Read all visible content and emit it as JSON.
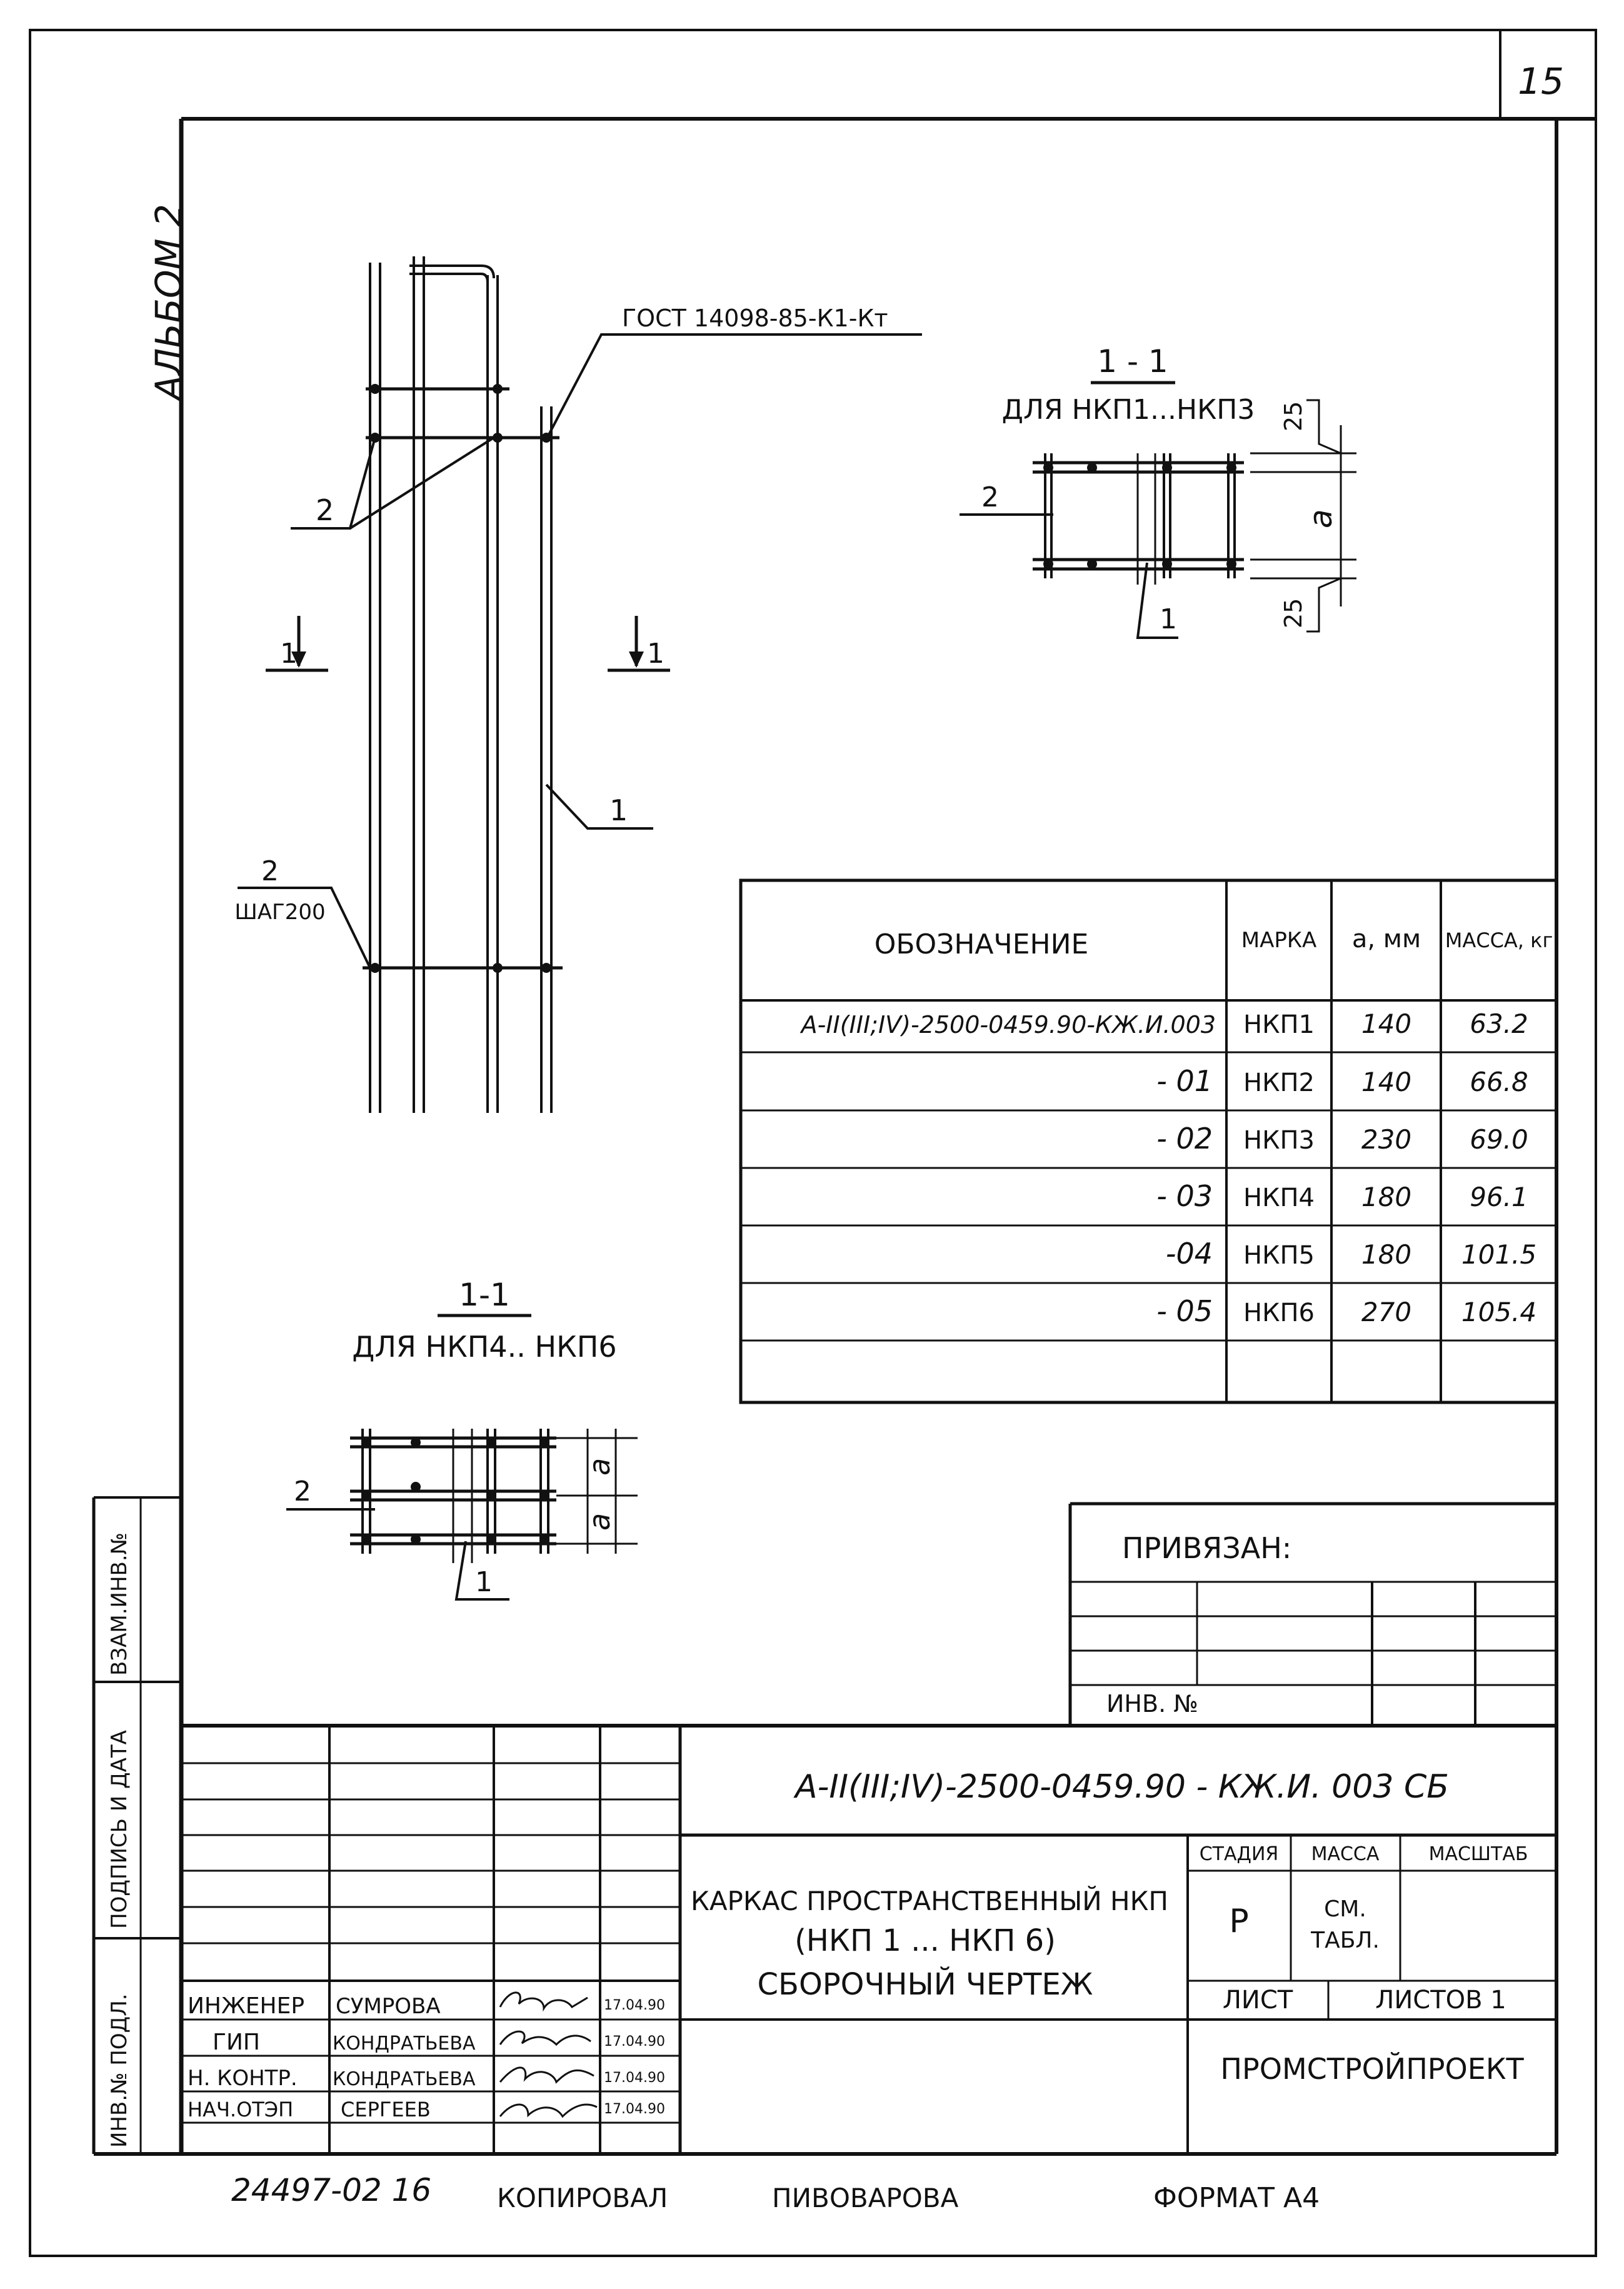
{
  "sheet_number": "15",
  "album": "АЛЬБОМ 2",
  "colors": {
    "ink": "#111111",
    "paper": "#ffffff"
  },
  "elevation": {
    "gost_note": "ГОСТ 14098-85-К1-Кт",
    "leader_1": "1",
    "leader_2": "2",
    "leader_2_step_num": "2",
    "leader_2_step": "ШАГ200",
    "section_mark_left": "1",
    "section_mark_right": "1"
  },
  "section_top": {
    "title": "1 - 1",
    "subtitle": "ДЛЯ НКП1...НКП3",
    "dim_top": "25",
    "dim_a": "а",
    "dim_bottom": "25",
    "label_2": "2",
    "label_1": "1"
  },
  "section_bottom": {
    "title": "1-1",
    "subtitle": "ДЛЯ НКП4.. НКП6",
    "dim_a1": "а",
    "dim_a2": "а",
    "label_2": "2",
    "label_1": "1"
  },
  "table": {
    "headers": [
      "ОБОЗНАЧЕНИЕ",
      "МАРКА",
      "а, мм",
      "МАССА, кг"
    ],
    "rows": [
      [
        "А-II(III;IV)-2500-0459.90-КЖ.И.003",
        "НКП1",
        "140",
        "63.2"
      ],
      [
        "- 01",
        "НКП2",
        "140",
        "66.8"
      ],
      [
        "- 02",
        "НКП3",
        "230",
        "69.0"
      ],
      [
        "- 03",
        "НКП4",
        "180",
        "96.1"
      ],
      [
        "-04",
        "НКП5",
        "180",
        "101.5"
      ],
      [
        "- 05",
        "НКП6",
        "270",
        "105.4"
      ]
    ]
  },
  "binding_box": {
    "title": "ПРИВЯЗАН:",
    "inv_label": "ИНВ. №"
  },
  "side_stamp": [
    "ВЗАМ.ИНВ.№",
    "ПОДПИСЬ И ДАТА",
    "ИНВ.№ ПОДЛ."
  ],
  "title_block": {
    "designation": "А-II(III;IV)-2500-0459.90 - КЖ.И. 003 СБ",
    "title_line1": "КАРКАС ПРОСТРАНСТВЕННЫЙ НКП",
    "title_line2": "(НКП 1 ... НКП 6)",
    "title_line3": "СБОРОЧНЫЙ ЧЕРТЕЖ",
    "stage_label": "СТАДИЯ",
    "mass_label": "МАССА",
    "scale_label": "МАСШТАБ",
    "stage_value": "Р",
    "mass_value_1": "СМ.",
    "mass_value_2": "ТАБЛ.",
    "sheet_label": "ЛИСТ",
    "sheets_label": "ЛИСТОВ 1",
    "organization": "ПРОМСТРОЙПРОЕКТ",
    "people": [
      {
        "role": "ИНЖЕНЕР",
        "name": "СУМРОВА",
        "date": "17.04.90"
      },
      {
        "role": "ГИП",
        "name": "КОНДРАТЬЕВА",
        "date": "17.04.90"
      },
      {
        "role": "Н. КОНТР.",
        "name": "КОНДРАТЬЕВА",
        "date": "17.04.90"
      },
      {
        "role": "НАЧ.ОТЭП",
        "name": "СЕРГЕЕВ",
        "date": "17.04.90"
      }
    ]
  },
  "footer": {
    "inv_code": "24497-02  16",
    "copied_label": "КОПИРОВАЛ",
    "copied_by": "ПИВОВАРОВА",
    "format": "ФОРМАТ А4"
  }
}
